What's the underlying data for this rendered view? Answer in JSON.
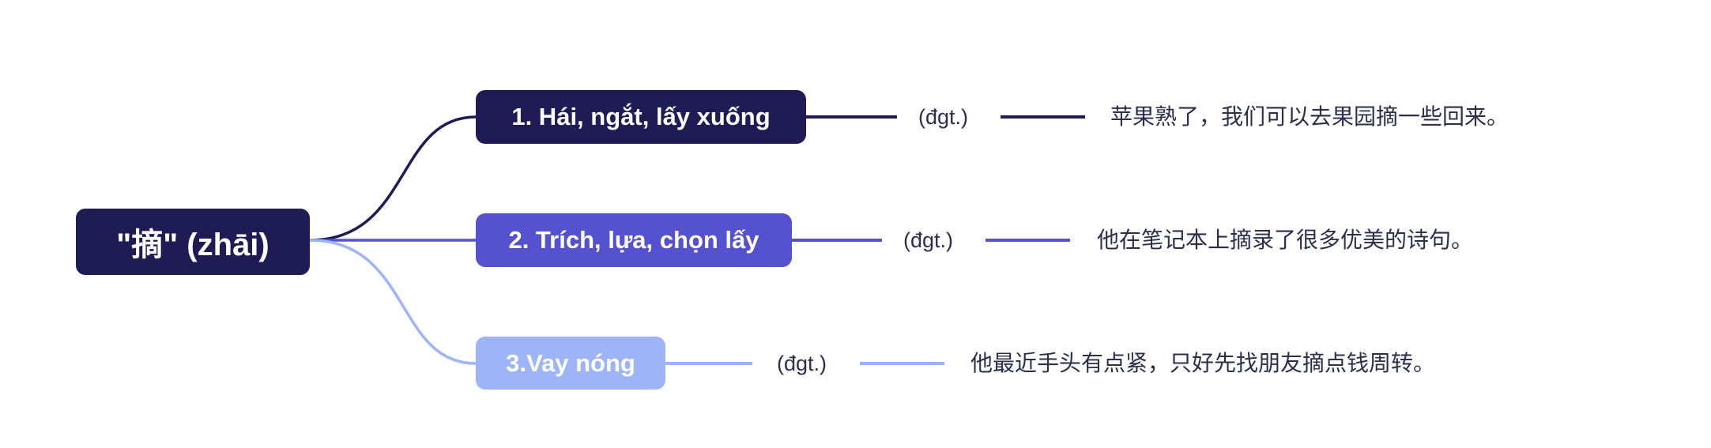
{
  "colors": {
    "level1": "#1e1b55",
    "level2": "#5552d0",
    "level3": "#9db5f8",
    "text": "#2b2f4a"
  },
  "root": {
    "label": "\"摘\" (zhāi)"
  },
  "branches": [
    {
      "label": "1. Hái, ngắt, lấy xuống",
      "pos": "(đgt.)",
      "example": "苹果熟了，我们可以去果园摘一些回来。"
    },
    {
      "label": "2. Trích, lựa, chọn lấy",
      "pos": "(đgt.)",
      "example": "他在笔记本上摘录了很多优美的诗句。"
    },
    {
      "label": "3.Vay nóng",
      "pos": "(đgt.)",
      "example": "他最近手头有点紧，只好先找朋友摘点钱周转。"
    }
  ]
}
